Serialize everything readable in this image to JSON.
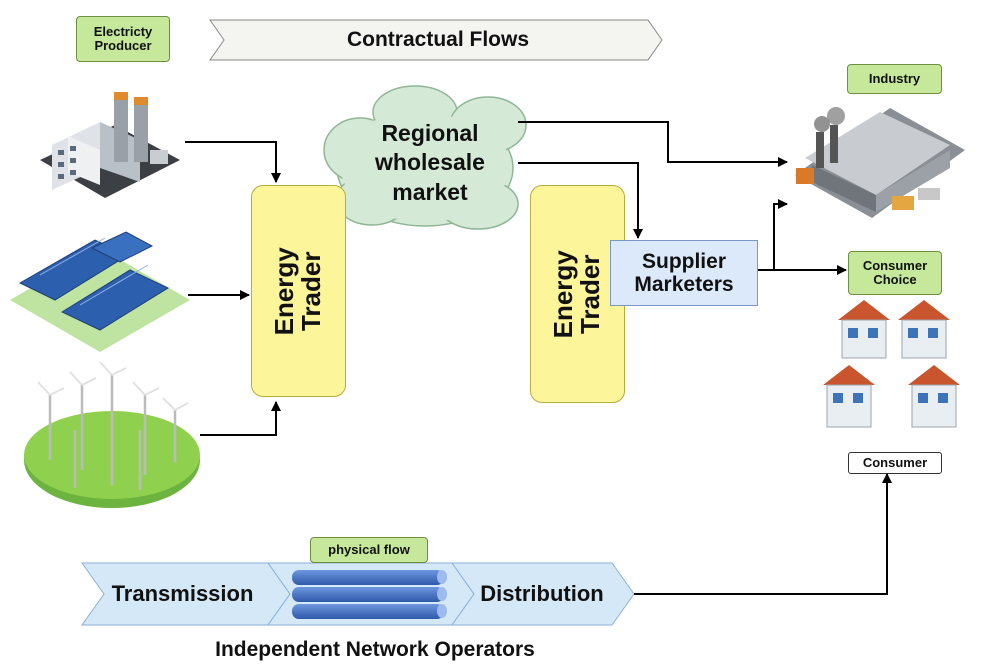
{
  "labels": {
    "producer": "Electricty\nProducer",
    "contractual": "Contractual Flows",
    "market": "Regional\nwholesale\nmarket",
    "industry": "Industry",
    "trader_left": "Energy\nTrader",
    "trader_right": "Energy\nTrader",
    "supplier": "Supplier\nMarketers",
    "consumer_choice": "Consumer\nChoice",
    "consumer": "Consumer",
    "physical_flow": "physical flow",
    "transmission": "Transmission",
    "distribution": "Distribution",
    "operators": "Independent Network Operators"
  },
  "icons": [
    "power-plant-icon",
    "solar-panels-icon",
    "wind-farm-icon",
    "factory-icon",
    "houses-icon",
    "pipes-icon"
  ],
  "colors": {
    "tag_green": "#c5e89a",
    "trader_yellow": "#fdf59a",
    "cloud_green": "#d4ead7",
    "supplier_blue": "#dce9fb",
    "band_blue": "#d5e8f8",
    "pipe_blue": "#4a77c9"
  }
}
